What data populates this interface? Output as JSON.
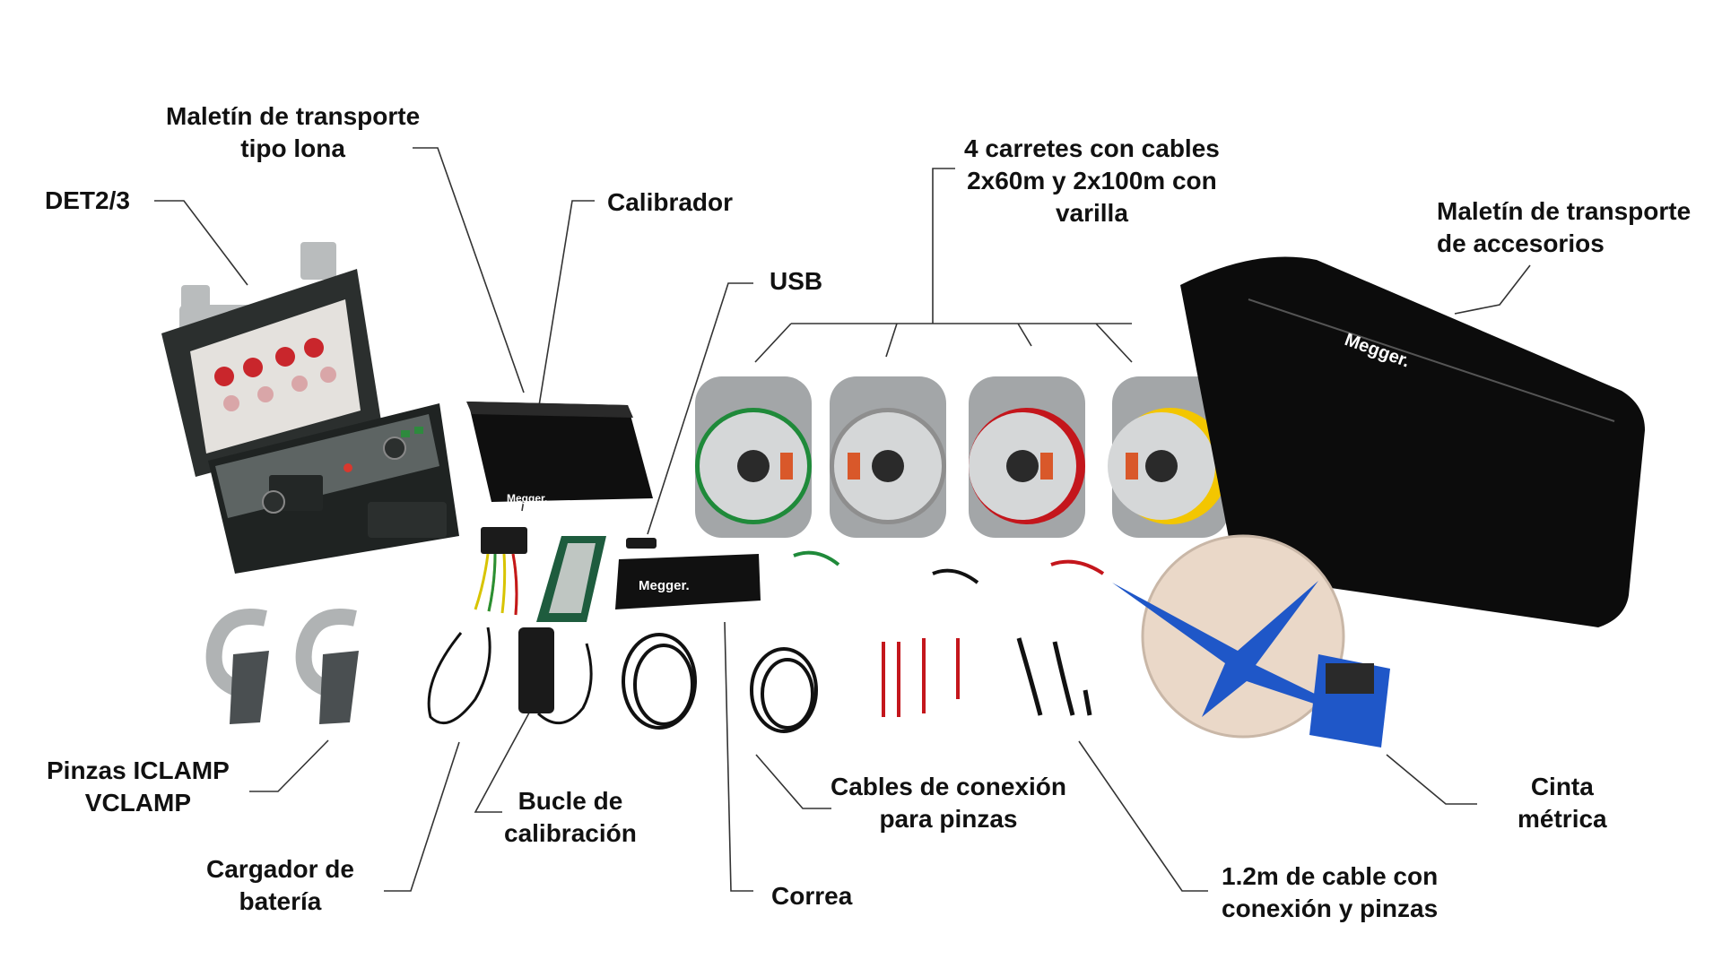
{
  "colors": {
    "text": "#111111",
    "leader_line": "#333333",
    "case_body": "#2b2f2e",
    "reel_grey": "#a3a6a8",
    "cable_green": "#1f8a3a",
    "cable_grey": "#8e8e8e",
    "cable_red": "#c4161c",
    "cable_yellow": "#f3c600",
    "tape_blue": "#1f57c8",
    "bag_black": "#0c0c0c"
  },
  "brand": {
    "logo_text": "Megger."
  },
  "labels": {
    "maletin_lona": {
      "line1": "Maletín de transporte",
      "line2": "tipo lona"
    },
    "det": {
      "line1": "DET2/3"
    },
    "calibrador": {
      "line1": "Calibrador"
    },
    "usb": {
      "line1": "USB"
    },
    "carretes": {
      "line1": "4 carretes con cables",
      "line2": "2x60m y 2x100m con",
      "line3": "varilla"
    },
    "maletin_accesorios": {
      "line1": "Maletín de transporte",
      "line2": "de accesorios"
    },
    "pinzas": {
      "line1": "Pinzas ICLAMP",
      "line2": "VCLAMP"
    },
    "bucle": {
      "line1": "Bucle de",
      "line2": "calibración"
    },
    "cables_pinzas": {
      "line1": "Cables de conexión",
      "line2": "para pinzas"
    },
    "cinta": {
      "line1": "Cinta",
      "line2": "métrica"
    },
    "cargador": {
      "line1": "Cargador de",
      "line2": "batería"
    },
    "correa": {
      "line1": "Correa"
    },
    "cable_12": {
      "line1": "1.2m de cable con",
      "line2": "conexión y pinzas"
    }
  },
  "icons": [
    "det-instrument-case",
    "canvas-bag-icon",
    "calibrator-icon",
    "usb-stick-icon",
    "cable-reel-icon",
    "accessory-bag-icon",
    "clamp-icon",
    "charger-icon",
    "calibration-loop-icon",
    "strap-icon",
    "test-lead-icon",
    "measuring-tape-icon"
  ]
}
